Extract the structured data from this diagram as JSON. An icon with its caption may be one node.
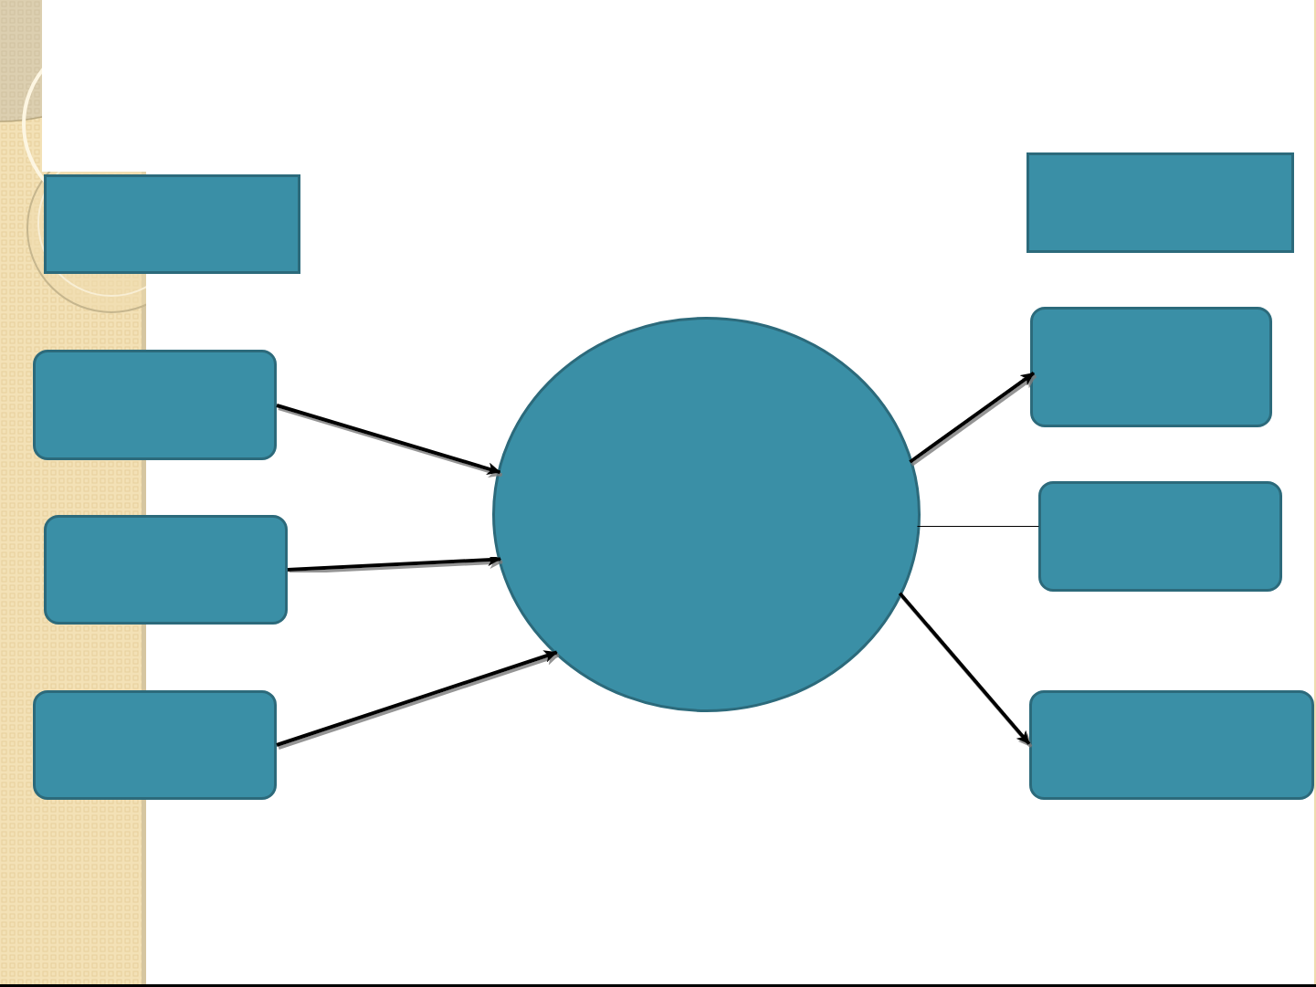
{
  "diagram": {
    "nodes": [
      {
        "text": [],
        "shape": "rectangle"
      },
      {
        "text": [],
        "shape": "rectangle"
      },
      {
        "text": [],
        "shape": "box"
      },
      {
        "text": [],
        "shape": "box"
      },
      {
        "text": [],
        "shape": "box"
      },
      {
        "text": [],
        "shape": "ellipse"
      },
      {
        "text": [],
        "shape": "box"
      },
      {
        "text": [],
        "shape": "box"
      },
      {
        "text": [],
        "shape": "box"
      }
    ],
    "edges": [
      {
        "from": 2,
        "to": 5,
        "arrow": "to"
      },
      {
        "from": 3,
        "to": 5,
        "arrow": "to"
      },
      {
        "from": 4,
        "to": 5,
        "arrow": "to"
      },
      {
        "from": 5,
        "to": 6,
        "arrow": "to"
      },
      {
        "from": 5,
        "to": 7,
        "arrow": "to"
      },
      {
        "from": 5,
        "to": 8,
        "arrow": "to"
      }
    ]
  }
}
